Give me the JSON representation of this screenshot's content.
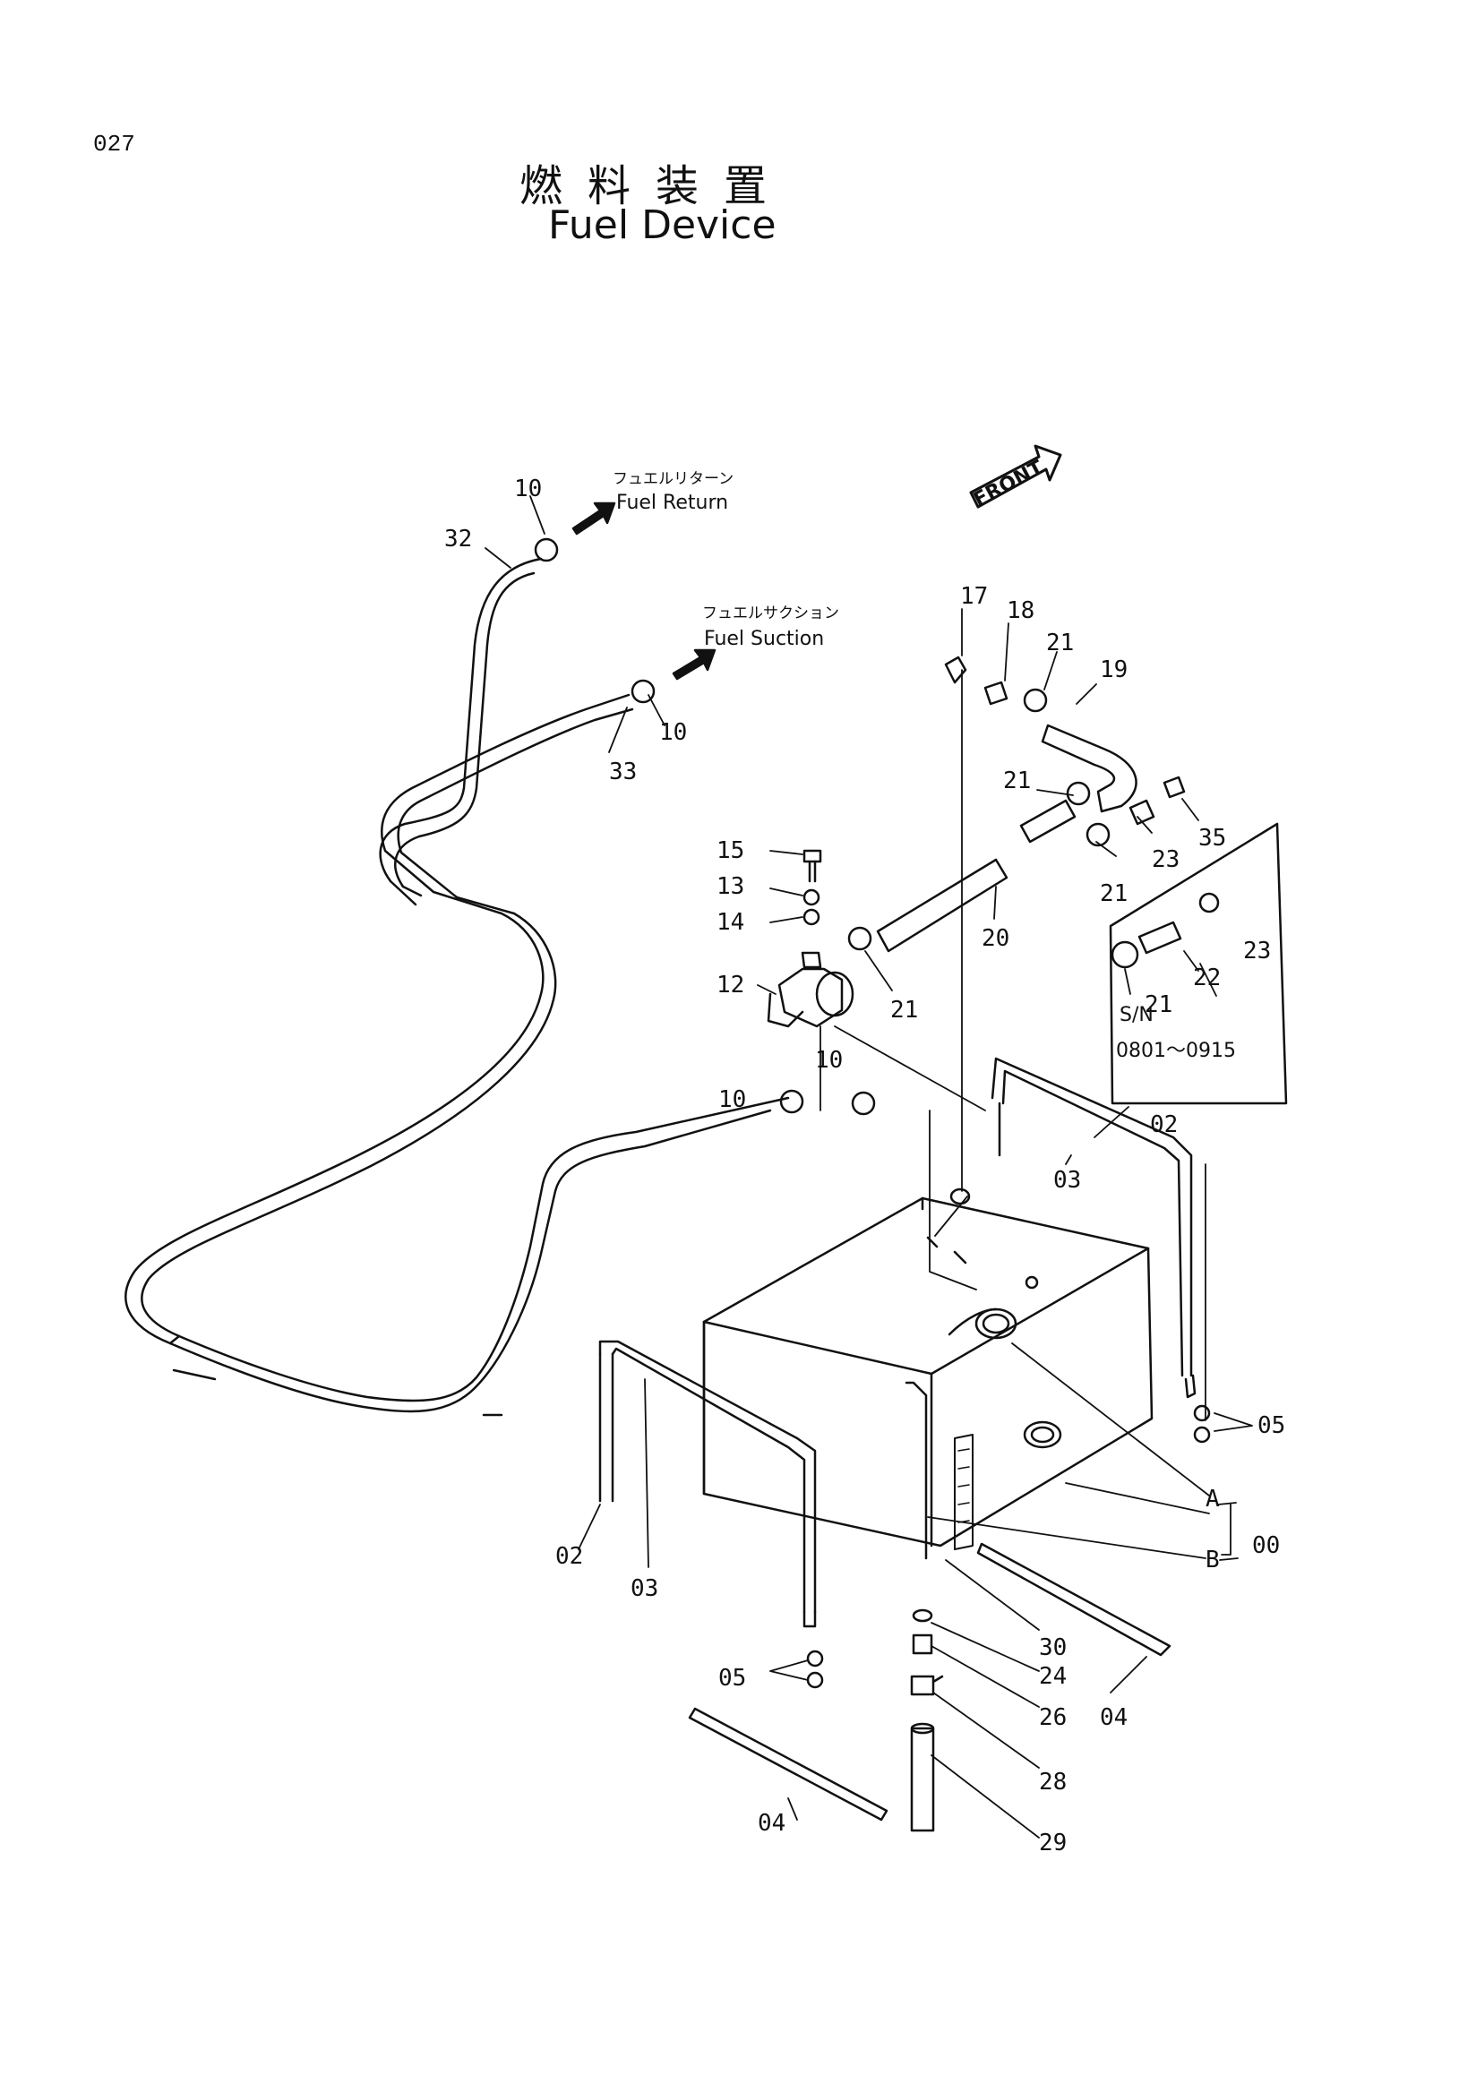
{
  "page_code": "027",
  "title_jp": "燃料装置",
  "title_en": "Fuel Device",
  "front_tag": "FRONT",
  "fuel_return": {
    "jp": "フュエルリターン",
    "en": "Fuel Return"
  },
  "fuel_suction": {
    "jp": "フュエルサクション",
    "en": "Fuel Suction"
  },
  "serial_box": {
    "label": "S/N",
    "range": "0801～0915"
  },
  "part_labels": {
    "p10a": "10",
    "p32": "32",
    "p33": "33",
    "p10b": "10",
    "p17": "17",
    "p18": "18",
    "p21a": "21",
    "p19": "19",
    "p21b": "21",
    "p23a": "23",
    "p35": "35",
    "p21c": "21",
    "p15": "15",
    "p13": "13",
    "p14": "14",
    "p20": "20",
    "p12": "12",
    "p21d": "21",
    "p10c": "10",
    "p10d": "10",
    "p22": "22",
    "p23b": "23",
    "p21e": "21",
    "p02a": "02",
    "p03a": "03",
    "p05a": "05",
    "pA": "A",
    "p00": "00",
    "pB": "B",
    "p02b": "02",
    "p03b": "03",
    "p30": "30",
    "p24": "24",
    "p05b": "05",
    "p26": "26",
    "p04a": "04",
    "p28": "28",
    "p04b": "04",
    "p29": "29"
  }
}
